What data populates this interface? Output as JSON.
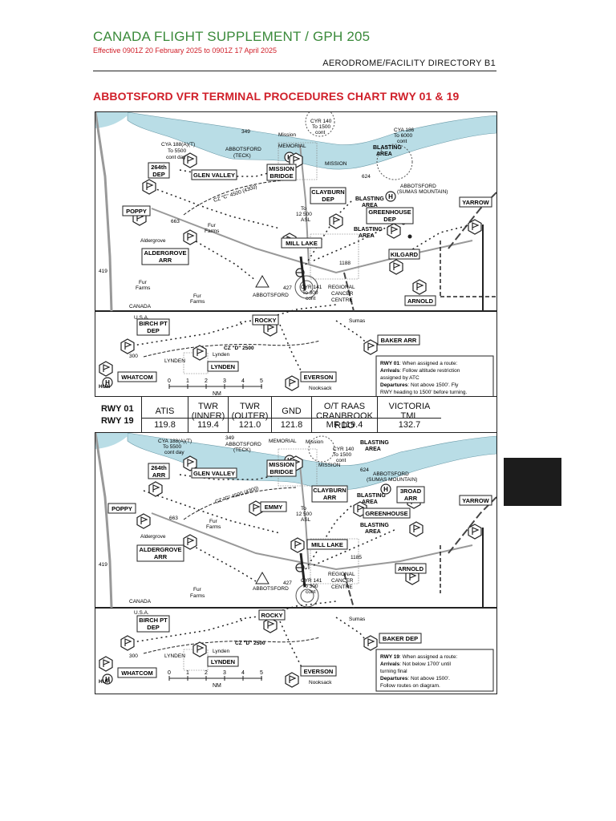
{
  "header": {
    "title": "CANADA FLIGHT SUPPLEMENT / GPH 205",
    "effective": "Effective 0901Z 20 February 2025 to 0901Z 17 April 2025",
    "directory": "AERODROME/FACILITY DIRECTORY  B1"
  },
  "chart_title": "ABBOTSFORD VFR TERMINAL PROCEDURES CHART RWY 01 & 19",
  "colors": {
    "title_green": "#3a8a3a",
    "title_red": "#d0202a",
    "water": "#b9dde6",
    "map_line": "#222222"
  },
  "map_top": {
    "labels": {
      "cya188": "CYA 188(A)(T)",
      "cya188b": "To 5500",
      "cya188c": "cont day",
      "cyr140": "CYR 140",
      "cyr140b": "To 1500",
      "cyr140c": "cont",
      "cya186": "CYA 186",
      "cya186b": "To 6000",
      "cya186c": "cont",
      "e349": "349",
      "abbotsford_teck": "ABBOTSFORD",
      "teck": "(TECK)",
      "memorial": "MEMORIAL",
      "mission_top": "Mission",
      "mission": "MISSION",
      "blasting1a": "BLASTING",
      "blasting1b": "AREA",
      "e624": "624",
      "sumas_mtn_a": "ABBOTSFORD",
      "sumas_mtn_b": "(SUMAS MOUNTAIN)",
      "dep264a": "264th",
      "dep264b": "DEP",
      "glen_valley": "GLEN VALLEY",
      "mission_bridge_a": "MISSION",
      "mission_bridge_b": "BRIDGE",
      "cz_c": "CZ \"C\" 4500 (4300)",
      "clayburn_a": "CLAYBURN",
      "clayburn_b": "DEP",
      "blasting2a": "BLASTING",
      "blasting2b": "AREA",
      "to12500a": "To",
      "to12500b": "12 500",
      "to12500c": "ASL",
      "greenhouse_a": "GREENHOUSE",
      "greenhouse_b": "DEP",
      "yarrow": "YARROW",
      "poppy": "POPPY",
      "e663": "663",
      "fur_farms1a": "Fur",
      "fur_farms1b": "Farms",
      "blasting3a": "BLASTING",
      "blasting3b": "AREA",
      "aldergrove": "Aldergrove",
      "mill_lake": "MILL LAKE",
      "aldergrove_arr_a": "ALDERGROVE",
      "aldergrove_arr_b": "ARR",
      "kilgard": "KILGARD",
      "e1188": "1188",
      "e419": "419",
      "fur_farms2a": "Fur",
      "fur_farms2b": "Farms",
      "e427": "427",
      "abbotsford": "ABBOTSFORD",
      "cyr141a": "CYR 141",
      "cyr141b": "To 300",
      "cyr141c": "cont",
      "cancer_a": "REGIONAL",
      "cancer_b": "CANCER",
      "cancer_c": "CENTRE",
      "fur_farms3a": "Fur",
      "fur_farms3b": "Farms",
      "arnold": "ARNOLD",
      "canada": "CANADA",
      "usa": "U.S.A.",
      "rocky": "ROCKY",
      "sumas": "Sumas",
      "birch_a": "BIRCH PT",
      "birch_b": "DEP",
      "baker": "BAKER ARR",
      "cz_d": "CZ \"D\" 2500",
      "lynden_small": "Lynden",
      "lynden_town": "LYNDEN",
      "lynden": "LYNDEN",
      "e300": "300",
      "huh": "HUH",
      "whatcom": "WHATCOM",
      "everson": "EVERSON",
      "nooksack": "Nooksack",
      "scale": [
        "0",
        "1",
        "2",
        "3",
        "4",
        "5"
      ],
      "nm": "NM",
      "note": [
        {
          "b": "RWY 01",
          "t": ": When assigned a route:"
        },
        {
          "b": "Arrivals",
          "t": ": Follow altitude restriction"
        },
        {
          "b": "",
          "t": "assigned by ATC"
        },
        {
          "b": "Departures",
          "t": ": Not above 1500'. Fly"
        },
        {
          "b": "",
          "t": "RWY heading to 1500' before turning."
        }
      ]
    }
  },
  "freq_table": {
    "rwy_a": "RWY 01",
    "rwy_b": "RWY 19",
    "columns": [
      {
        "h1": "ATIS",
        "h2": "",
        "v": "119.8"
      },
      {
        "h1": "TWR",
        "h2": "(INNER)",
        "v": "119.4"
      },
      {
        "h1": "TWR",
        "h2": "(OUTER)",
        "v": "121.0"
      },
      {
        "h1": "GND",
        "h2": "",
        "v": "121.8"
      },
      {
        "h1": "O/T RAAS",
        "h2": "CRANBROOK RDO",
        "v": "MF 119.4"
      },
      {
        "h1": "VICTORIA",
        "h2": "TML",
        "v": "132.7"
      }
    ]
  },
  "map_bottom": {
    "labels": {
      "cya188": "CYA 188(A)(T)",
      "cya188b": "To 5500",
      "cya188c": "cont day",
      "e349": "349",
      "abbotsford_teck": "ABBOTSFORD",
      "teck": "(TECK)",
      "memorial": "MEMORIAL",
      "mission_top": "Mission",
      "cyr140": "CYR 140",
      "cyr140b": "To 1500",
      "cyr140c": "cont",
      "mission": "MISSION",
      "blasting1a": "BLASTING",
      "blasting1b": "AREA",
      "arr264a": "264th",
      "arr264b": "ARR",
      "glen_valley": "GLEN VALLEY",
      "mission_bridge_a": "MISSION",
      "mission_bridge_b": "BRIDGE",
      "e624": "624",
      "sumas_mtn_a": "ABBOTSFORD",
      "sumas_mtn_b": "(SUMAS MOUNTAIN)",
      "cz_c": "CZ \"C\" 4500 (4300)",
      "clayburn_a": "CLAYBURN",
      "clayburn_b": "ARR",
      "blasting2a": "BLASTING",
      "blasting2b": "AREA",
      "road3_a": "3ROAD",
      "road3_b": "ARR",
      "yarrow": "YARROW",
      "poppy": "POPPY",
      "emmy": "EMMY",
      "to12500a": "To",
      "to12500b": "12 500",
      "to12500c": "ASL",
      "greenhouse": "GREENHOUSE",
      "e663": "663",
      "fur_farms1a": "Fur",
      "fur_farms1b": "Farms",
      "blasting3a": "BLASTING",
      "blasting3b": "AREA",
      "aldergrove": "Aldergrove",
      "mill_lake": "MILL LAKE",
      "aldergrove_arr_a": "ALDERGROVE",
      "aldergrove_arr_b": "ARR",
      "e1185": "1185",
      "e419": "419",
      "arnold": "ARNOLD",
      "e427": "427",
      "abbotsford": "ABBOTSFORD",
      "cancer_a": "REGIONAL",
      "cancer_b": "CANCER",
      "cancer_c": "CENTRE",
      "cyr141a": "CYR 141",
      "cyr141b": "To 300",
      "cyr141c": "cont",
      "fur_farms2a": "Fur",
      "fur_farms2b": "Farms",
      "canada": "CANADA",
      "usa": "U.S.A.",
      "rocky": "ROCKY",
      "sumas": "Sumas",
      "birch_a": "BIRCH PT",
      "birch_b": "DEP",
      "baker": "BAKER DEP",
      "cz_d": "CZ \"D\" 2500",
      "lynden_small": "Lynden",
      "lynden_town": "LYNDEN",
      "lynden": "LYNDEN",
      "e300": "300",
      "huh": "HUH",
      "whatcom": "WHATCOM",
      "everson": "EVERSON",
      "nooksack": "Nooksack",
      "scale": [
        "0",
        "1",
        "2",
        "3",
        "4",
        "5"
      ],
      "nm": "NM",
      "note": [
        {
          "b": "RWY 19",
          "t": ": When assigned a route:"
        },
        {
          "b": "Arrivals",
          "t": ": Not below 1700' until"
        },
        {
          "b": "",
          "t": "turning final"
        },
        {
          "b": "Departures",
          "t": ": Not above 1500'."
        },
        {
          "b": "",
          "t": "Follow routes on diagram."
        }
      ]
    }
  }
}
